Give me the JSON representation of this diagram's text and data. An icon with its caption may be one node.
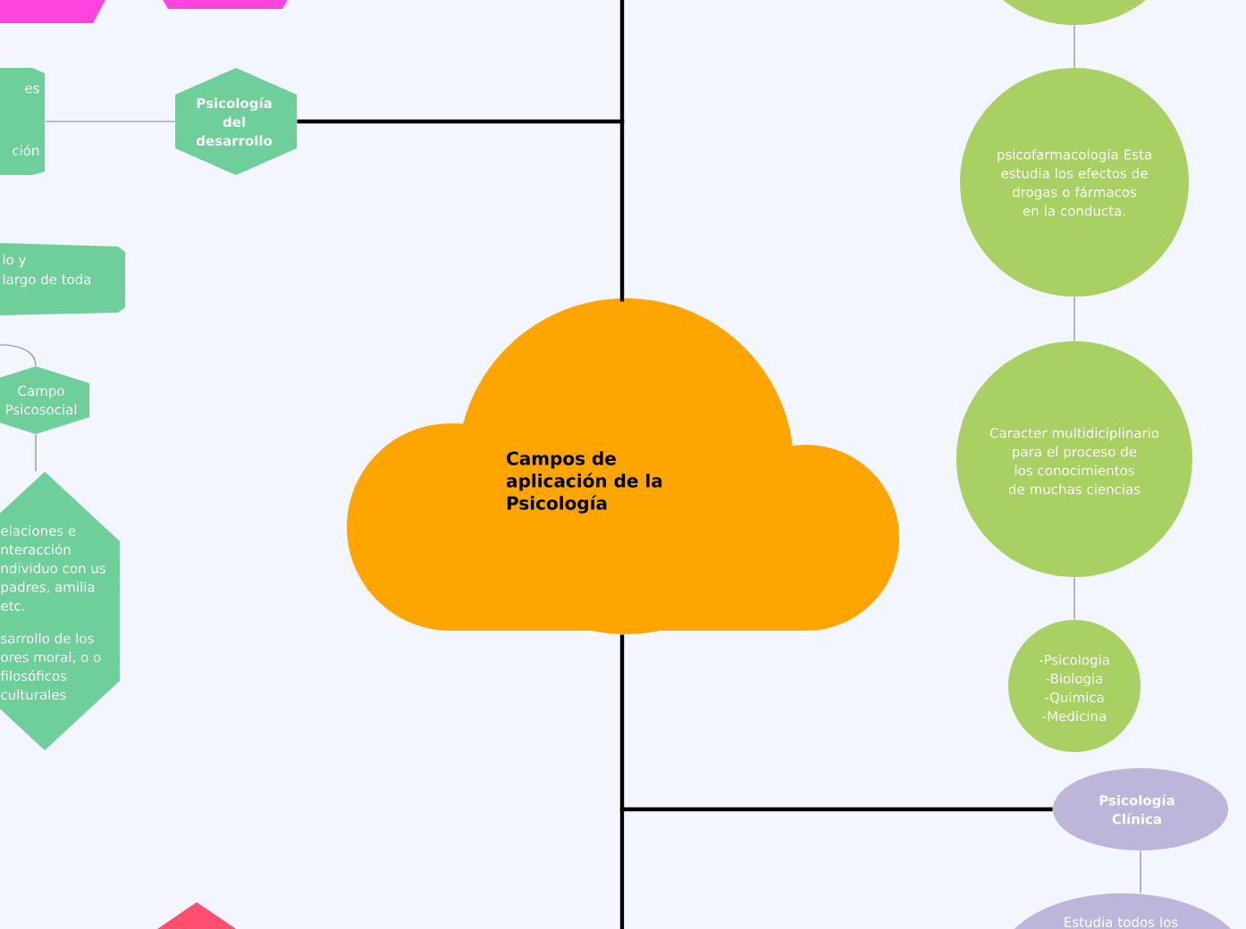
{
  "diagram": {
    "nodes": [
      {
        "text": [
          "Campos de aplicación de la Psicología"
        ]
      },
      {
        "text": [],
        "shape": "box"
      },
      {
        "text": [],
        "shape": "box"
      },
      {
        "text": [],
        "shape": "circle"
      },
      {
        "text": [
          "psicofarmacología Esta estudia los efectos de drogas o fármacos en la conducta."
        ]
      },
      {
        "text": [
          "Caracter multidiciplinario para el proceso de los conocimientos de muchas ciencias"
        ]
      },
      {
        "text": [
          "-Psicologia -Biologia -Quimica -Medicina"
        ]
      },
      {
        "text": [
          "Psicología Clínica"
        ]
      },
      {
        "text": [
          "Estudia todos los"
        ]
      },
      {
        "text": [
          "Psicología del desarrollo"
        ]
      },
      {
        "text": [
          "es",
          "ción"
        ]
      },
      {
        "text": [
          "lo y",
          "largo de toda"
        ]
      },
      {
        "text": [
          "Campo Psicosocial"
        ]
      },
      {
        "text": [
          "elaciones e nteracción ndividuo con us padres, amilia etc.",
          "sarrollo de los ores moral, o o filosóficos culturales"
        ]
      },
      {
        "text": [],
        "shape": "triangle"
      }
    ],
    "edges": [
      {
        "from": 0,
        "to": 9,
        "arrow": "none",
        "style": "thick",
        "color": "#000000"
      },
      {
        "from": 0,
        "to": 7,
        "arrow": "none",
        "style": "thick",
        "color": "#000000"
      },
      {
        "from": 3,
        "to": 4,
        "arrow": "none"
      },
      {
        "from": 4,
        "to": 5,
        "arrow": "none"
      },
      {
        "from": 5,
        "to": 6,
        "arrow": "none"
      },
      {
        "from": 7,
        "to": 8,
        "arrow": "none"
      },
      {
        "from": 9,
        "to": 10,
        "arrow": "none"
      },
      {
        "from": null,
        "to": 12,
        "arrow": "none"
      },
      {
        "from": 12,
        "to": 13,
        "arrow": "none"
      }
    ]
  }
}
